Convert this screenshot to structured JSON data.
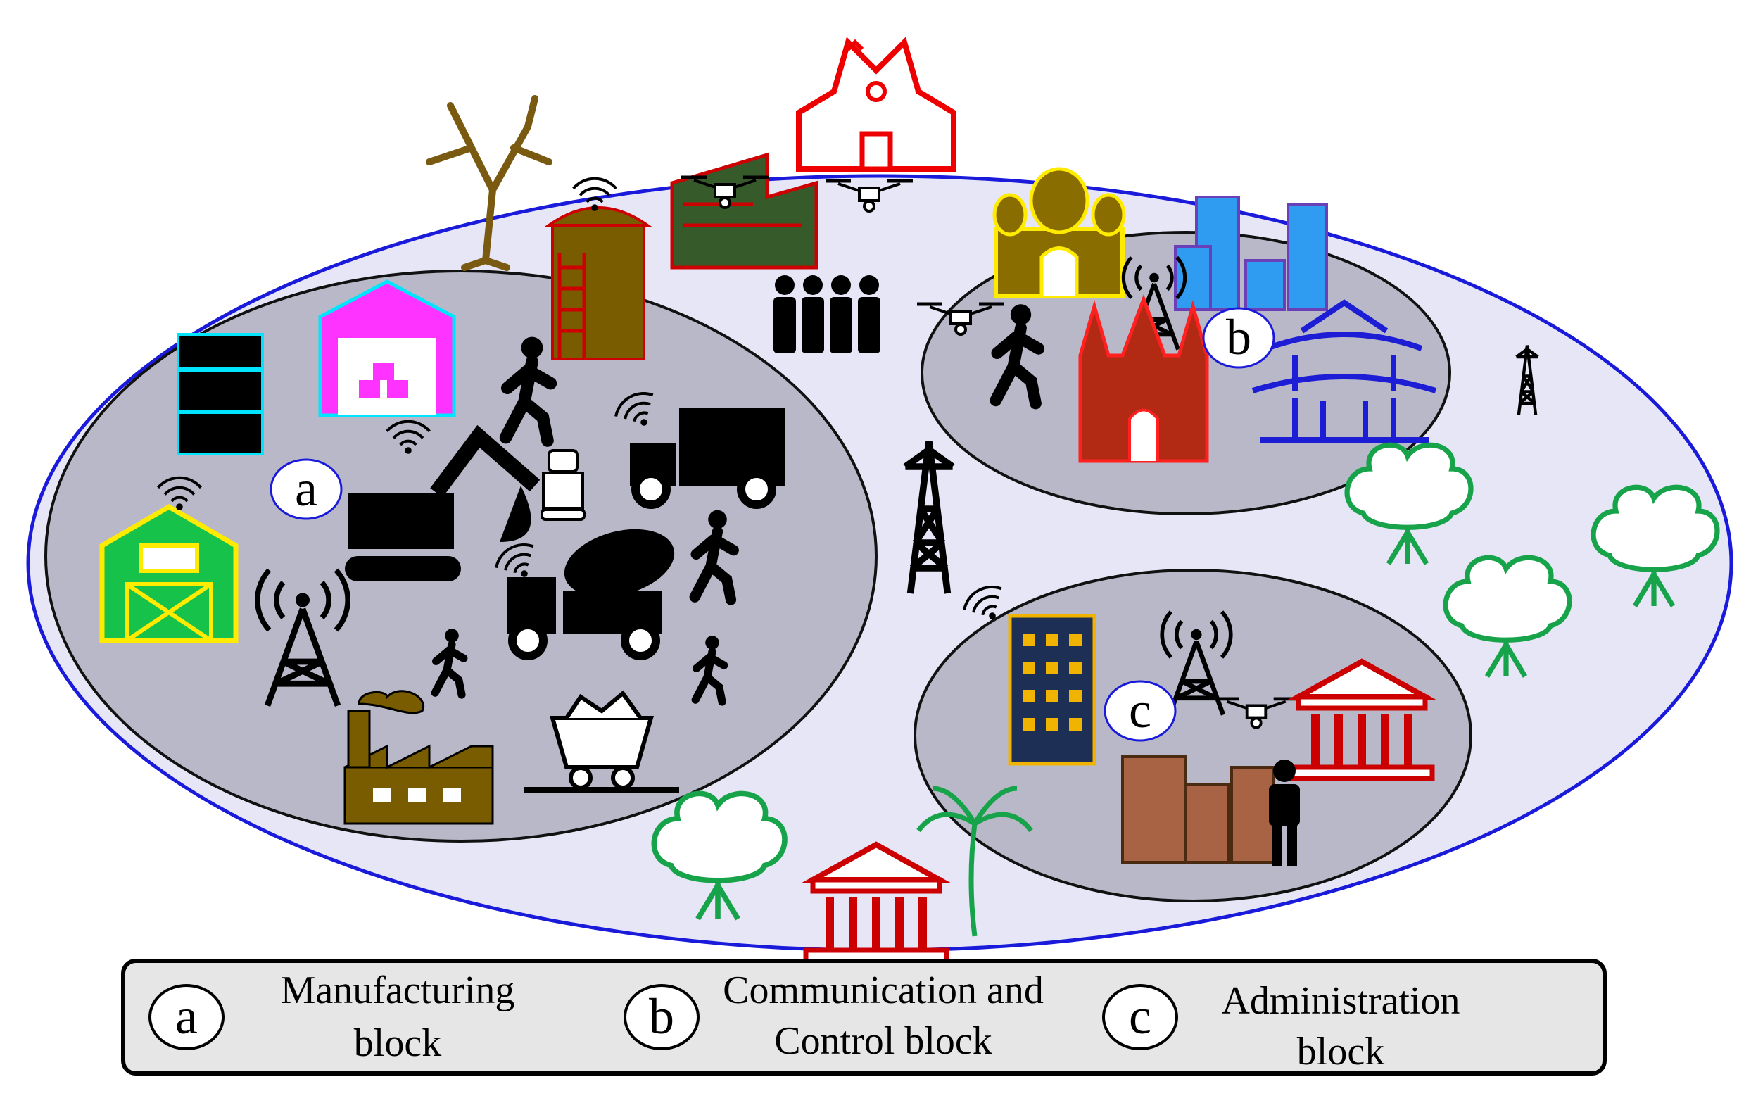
{
  "blocks": {
    "a": {
      "letter": "a"
    },
    "b": {
      "letter": "b"
    },
    "c": {
      "letter": "c"
    }
  },
  "legend": {
    "items": [
      {
        "letter": "a",
        "line1": "Manufacturing",
        "line2": "block"
      },
      {
        "letter": "b",
        "line1": "Communication and",
        "line2": "Control block"
      },
      {
        "letter": "c",
        "line1": "Administration",
        "line2": "block"
      }
    ]
  },
  "colors": {
    "outer_fill": "#e6e6f7",
    "outer_stroke": "#1a1adb",
    "block_fill": "#b8b8c9",
    "legend_fill": "#e6e6e6"
  }
}
